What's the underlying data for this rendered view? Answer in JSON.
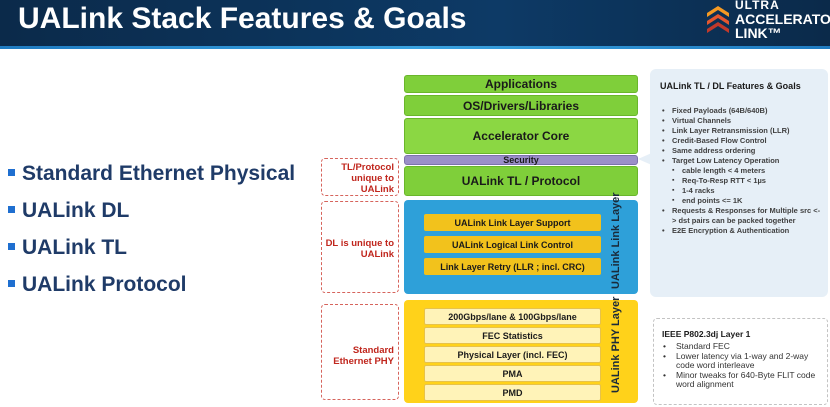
{
  "header": {
    "title": "UALink Stack Features & Goals",
    "logo": {
      "line1": "ULTRA",
      "line2": "ACCELERATOR",
      "line3": "LINK™",
      "icon": "ualink-logo-icon"
    },
    "colors": {
      "band": "#0b2a4a",
      "accent": "#3aa3e0"
    }
  },
  "bullets": [
    "Standard Ethernet Physical",
    "UALink DL",
    "UALink TL",
    "UALink Protocol"
  ],
  "side_labels": {
    "tl": [
      "TL/Protocol",
      "unique to",
      "UALink"
    ],
    "dl": [
      "DL is unique to",
      "UALink"
    ],
    "phy": [
      "Standard",
      "Ethernet PHY"
    ]
  },
  "stack": {
    "applications": "Applications",
    "os": "OS/Drivers/Libraries",
    "core": "Accelerator Core",
    "security": "Security",
    "tl": "UALink TL / Protocol",
    "link_layer": {
      "items": [
        "UALink Link Layer Support",
        "UALink Logical Link Control",
        "Link Layer Retry (LLR ; incl. CRC)"
      ],
      "label": "UALink Link Layer"
    },
    "phy_layer": {
      "items": [
        "200Gbps/lane & 100Gbps/lane",
        "FEC Statistics",
        "Physical Layer (incl. FEC)",
        "PMA",
        "PMD"
      ],
      "label": "UALink PHY Layer"
    },
    "colors": {
      "green": "#7fcf3a",
      "purple": "#9b8fc9",
      "blue": "#2ea0d9",
      "yellow": "#f2c21c",
      "phy_yellow": "#ffd21a"
    }
  },
  "features": {
    "title": "UALink TL / DL Features & Goals",
    "items": [
      {
        "text": "Fixed Payloads (64B/640B)",
        "level": 0
      },
      {
        "text": "Virtual Channels",
        "level": 0
      },
      {
        "text": "Link Layer Retransmission (LLR)",
        "level": 0
      },
      {
        "text": "Credit-Based Flow Control",
        "level": 0
      },
      {
        "text": "Same address ordering",
        "level": 0
      },
      {
        "text": "Target Low Latency Operation",
        "level": 0
      },
      {
        "text": "cable length < 4 meters",
        "level": 1
      },
      {
        "text": "Req-To-Resp RTT < 1µs",
        "level": 1
      },
      {
        "text": "1-4 racks",
        "level": 1
      },
      {
        "text": "end points <= 1K",
        "level": 1
      },
      {
        "text": "Requests & Responses for Multiple src <-> dst pairs can be packed together",
        "level": 0
      },
      {
        "text": "E2E Encryption & Authentication",
        "level": 0
      }
    ]
  },
  "ieee": {
    "title": "IEEE P802.3dj Layer 1",
    "items": [
      "Standard FEC",
      "Lower latency via 1-way and 2-way code word interleave",
      "Minor tweaks for 640-Byte FLIT code word alignment"
    ]
  }
}
